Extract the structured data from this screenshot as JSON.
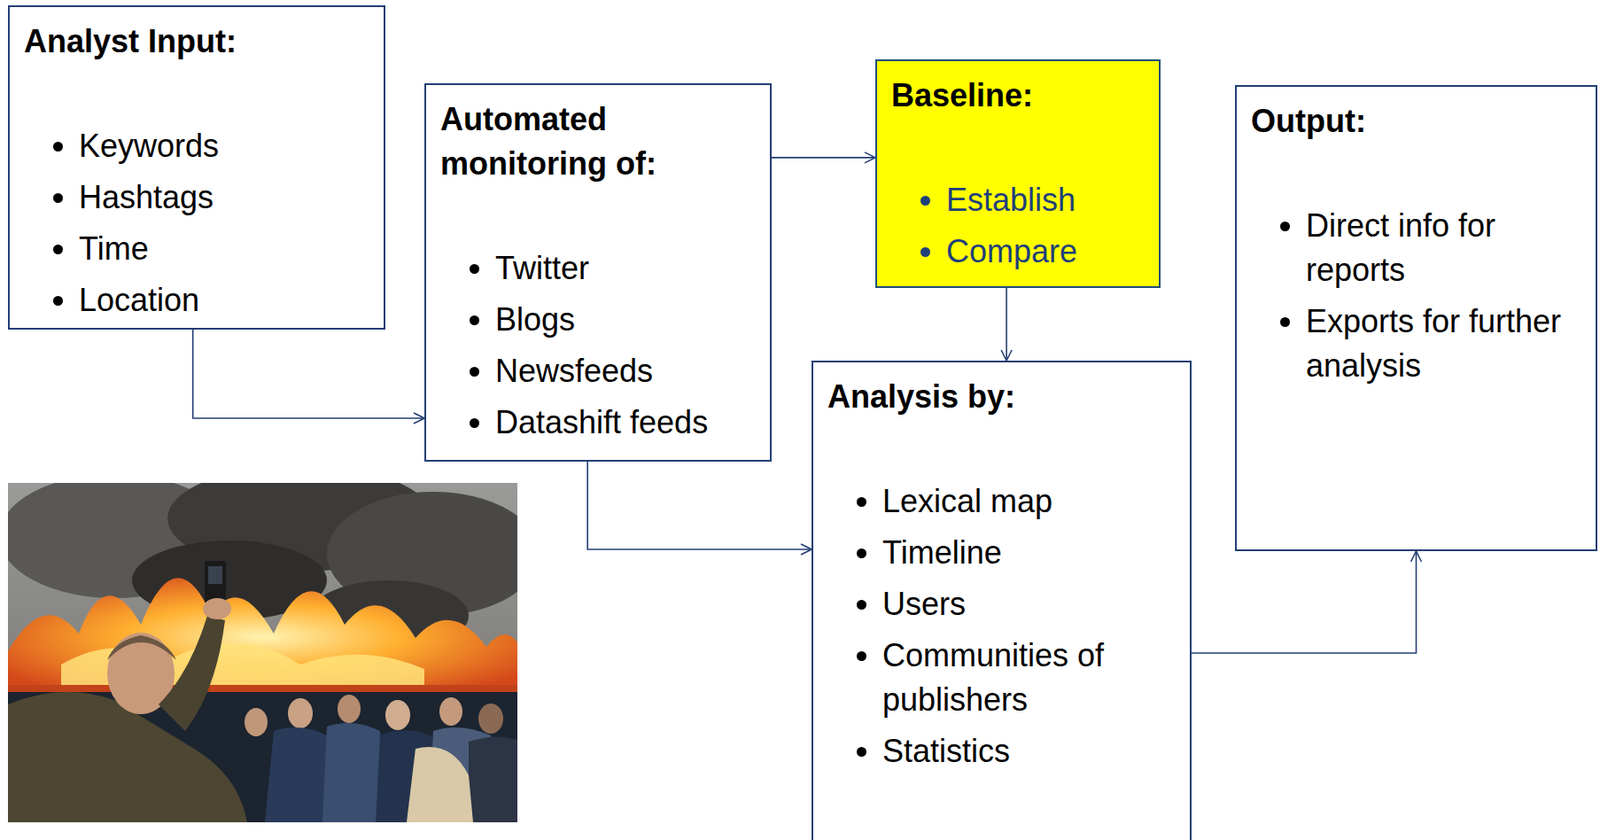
{
  "diagram": {
    "nodes": [
      {
        "text": [
          "Analyst Input:",
          "Keywords",
          "Hashtags",
          "Time",
          "Location"
        ]
      },
      {
        "text": [
          "Automated monitoring of:",
          "Twitter",
          "Blogs",
          "Newsfeeds",
          "Datashift feeds"
        ]
      },
      {
        "text": [
          "Baseline:",
          "Establish",
          "Compare"
        ]
      },
      {
        "text": [
          "Analysis by:",
          "Lexical map",
          "Timeline",
          "Users",
          "Communities of publishers",
          "Statistics"
        ]
      },
      {
        "text": [
          "Output:",
          "Direct info for reports",
          "Exports for further analysis"
        ]
      }
    ],
    "edges": [
      {
        "from": 0,
        "to": 1,
        "arrow": "to"
      },
      {
        "from": 1,
        "to": 2,
        "arrow": "to"
      },
      {
        "from": 2,
        "to": 3,
        "arrow": "to"
      },
      {
        "from": 1,
        "to": 3,
        "arrow": "to"
      },
      {
        "from": 3,
        "to": 4,
        "arrow": "to"
      }
    ]
  }
}
